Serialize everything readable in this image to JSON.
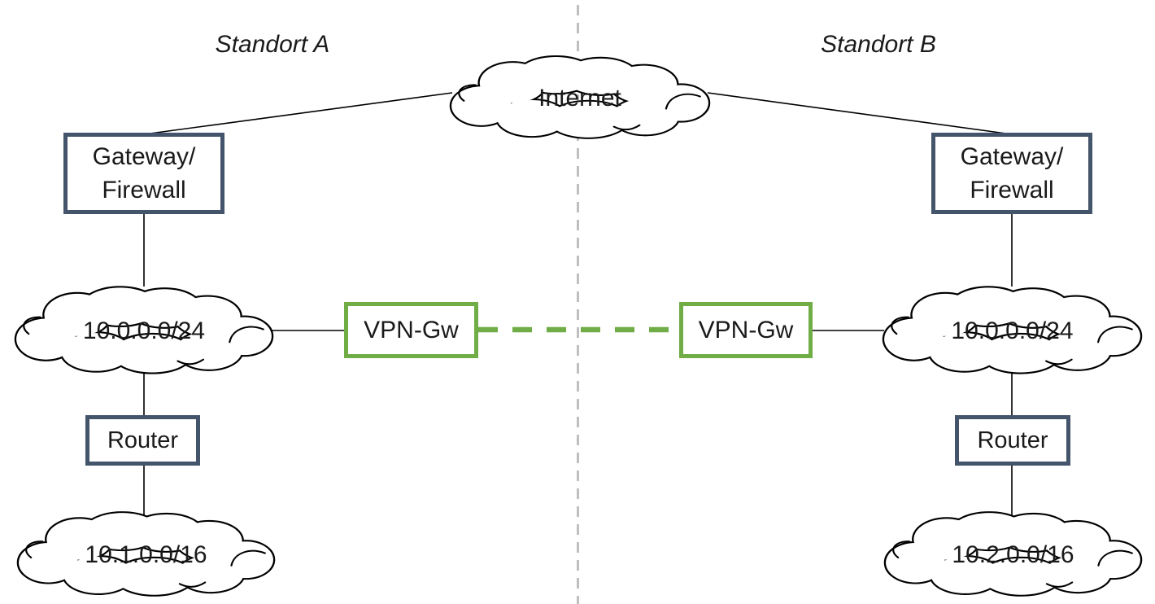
{
  "sites": {
    "a": "Standort A",
    "b": "Standort B"
  },
  "clouds": {
    "internet": "Internet",
    "lan_a": "10.0.0.0/24",
    "lan_b": "10.0.0.0/24",
    "branch_a": "10.1.0.0/16",
    "branch_b": "10.2.0.0/16"
  },
  "nodes": {
    "gateway_a": "Gateway/\nFirewall",
    "gateway_b": "Gateway/\nFirewall",
    "vpn_a": "VPN-Gw",
    "vpn_b": "VPN-Gw",
    "router_a": "Router",
    "router_b": "Router"
  },
  "colors": {
    "node_border": "#44546A",
    "vpn_border": "#70AD47",
    "vpn_tunnel": "#70AD47",
    "connector": "#000000",
    "site_divider": "#BFBFBF"
  },
  "edges": [
    {
      "from": "internet",
      "to": "gateway_a",
      "style": "solid"
    },
    {
      "from": "internet",
      "to": "gateway_b",
      "style": "solid"
    },
    {
      "from": "gateway_a",
      "to": "lan_a",
      "style": "solid"
    },
    {
      "from": "lan_a",
      "to": "vpn_a",
      "style": "solid"
    },
    {
      "from": "lan_a",
      "to": "router_a",
      "style": "solid"
    },
    {
      "from": "router_a",
      "to": "branch_a",
      "style": "solid"
    },
    {
      "from": "vpn_a",
      "to": "vpn_b",
      "style": "dashed-green"
    },
    {
      "from": "gateway_b",
      "to": "lan_b",
      "style": "solid"
    },
    {
      "from": "lan_b",
      "to": "vpn_b",
      "style": "solid"
    },
    {
      "from": "lan_b",
      "to": "router_b",
      "style": "solid"
    },
    {
      "from": "router_b",
      "to": "branch_b",
      "style": "solid"
    }
  ]
}
